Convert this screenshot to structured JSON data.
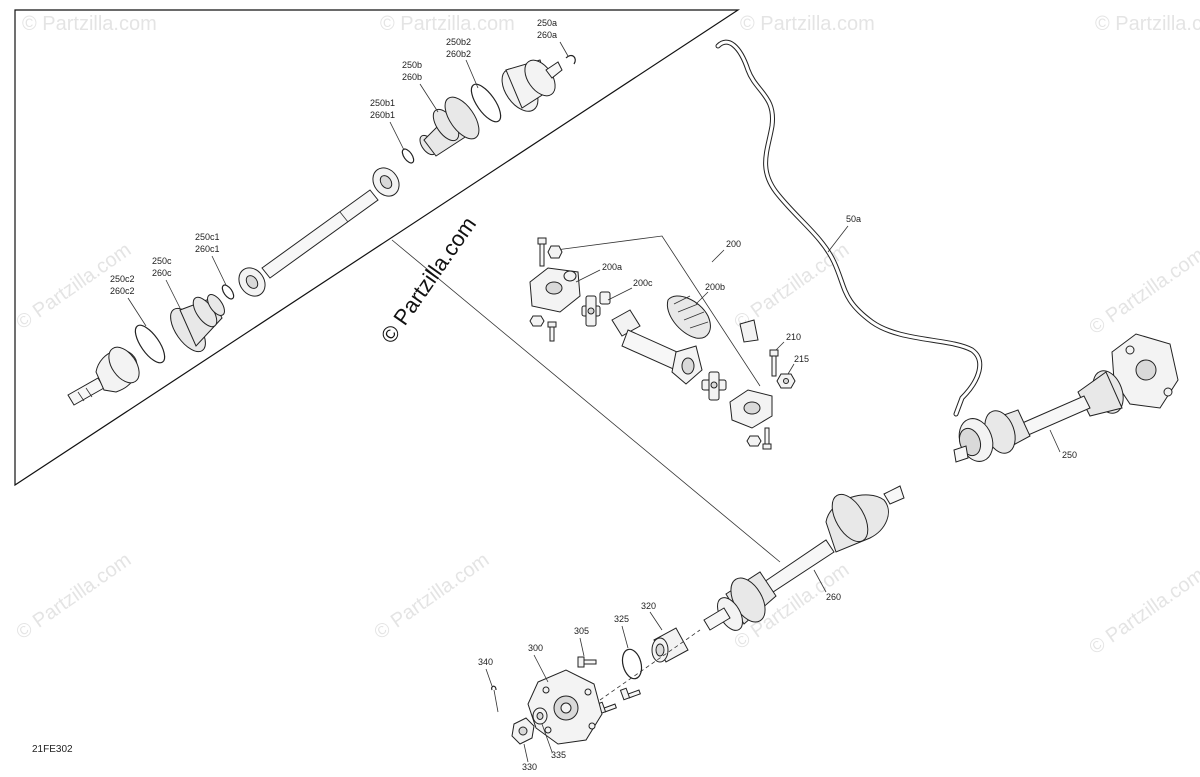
{
  "diagram": {
    "code": "21FE302",
    "copyright_center": "© Partzilla.com",
    "watermark_text": "© Partzilla.com",
    "callouts": {
      "c250a": [
        "250a",
        "260a"
      ],
      "c250b2": [
        "250b2",
        "260b2"
      ],
      "c250b": [
        "250b",
        "260b"
      ],
      "c250b1": [
        "250b1",
        "260b1"
      ],
      "c250c1": [
        "250c1",
        "260c1"
      ],
      "c250c": [
        "250c",
        "260c"
      ],
      "c250c2": [
        "250c2",
        "260c2"
      ],
      "c200": "200",
      "c200a": "200a",
      "c200c": "200c",
      "c200b": "200b",
      "c210": "210",
      "c215": "215",
      "c50a": "50a",
      "c250": "250",
      "c260": "260",
      "c320": "320",
      "c325": "325",
      "c305": "305",
      "c300": "300",
      "c340": "340",
      "c335": "335",
      "c330": "330"
    }
  }
}
